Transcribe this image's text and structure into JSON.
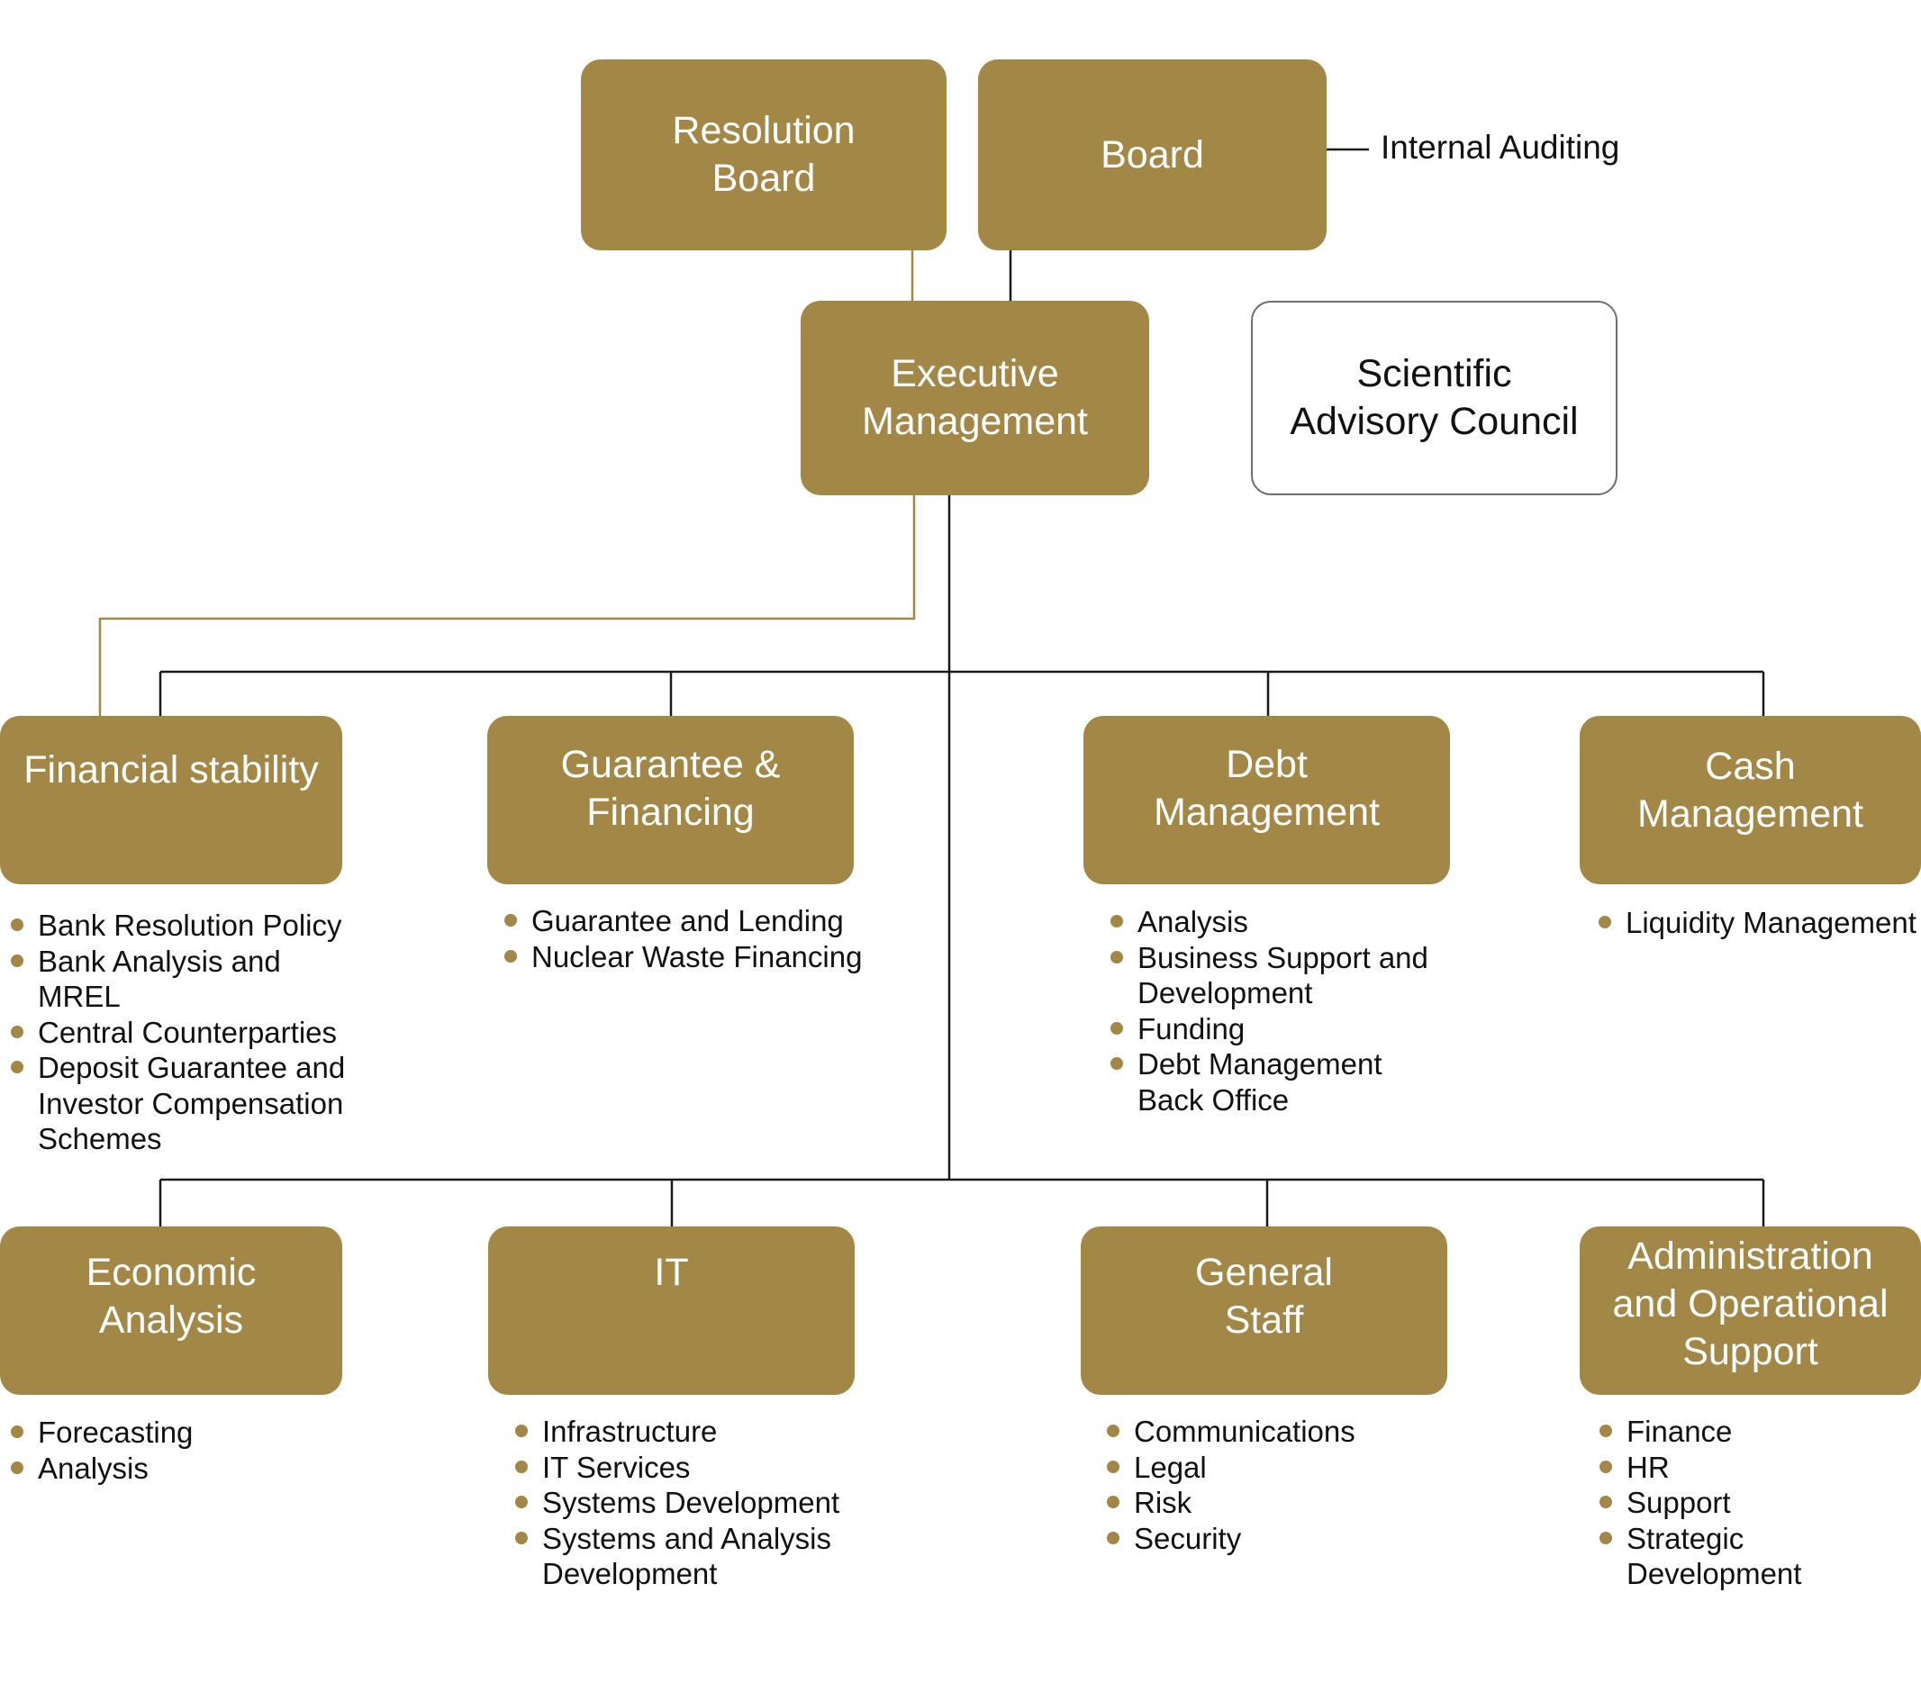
{
  "colors": {
    "box": "#a38747",
    "line_dark": "#1a1a1a",
    "line_gold": "#a38747",
    "bullet": "#a38747"
  },
  "top": {
    "resolution_board": "Resolution\nBoard",
    "board": "Board",
    "internal_auditing": "Internal Auditing",
    "executive_management": "Executive\nManagement",
    "scientific_council": "Scientific\nAdvisory Council"
  },
  "departments": {
    "financial_stability": {
      "title": "Financial stability",
      "items": [
        "Bank Resolution Policy",
        "Bank Analysis and\nMREL",
        "Central Counterparties",
        "Deposit Guarantee and\nInvestor Compensation\nSchemes"
      ]
    },
    "guarantee_financing": {
      "title": "Guarantee &\nFinancing",
      "items": [
        "Guarantee and Lending",
        "Nuclear Waste Financing"
      ]
    },
    "debt_management": {
      "title": "Debt\nManagement",
      "items": [
        "Analysis",
        "Business Support and\nDevelopment",
        "Funding",
        "Debt Management\nBack Office"
      ]
    },
    "cash_management": {
      "title": "Cash\nManagement",
      "items": [
        "Liquidity Management"
      ]
    },
    "economic_analysis": {
      "title": "Economic\nAnalysis",
      "items": [
        "Forecasting",
        "Analysis"
      ]
    },
    "it": {
      "title": "IT",
      "items": [
        "Infrastructure",
        "IT Services",
        "Systems Development",
        "Systems and Analysis\nDevelopment"
      ]
    },
    "general_staff": {
      "title": "General\nStaff",
      "items": [
        "Communications",
        "Legal",
        "Risk",
        "Security"
      ]
    },
    "admin_support": {
      "title": "Administration\nand Operational\nSupport",
      "items": [
        "Finance",
        "HR",
        "Support",
        "Strategic\nDevelopment"
      ]
    }
  }
}
